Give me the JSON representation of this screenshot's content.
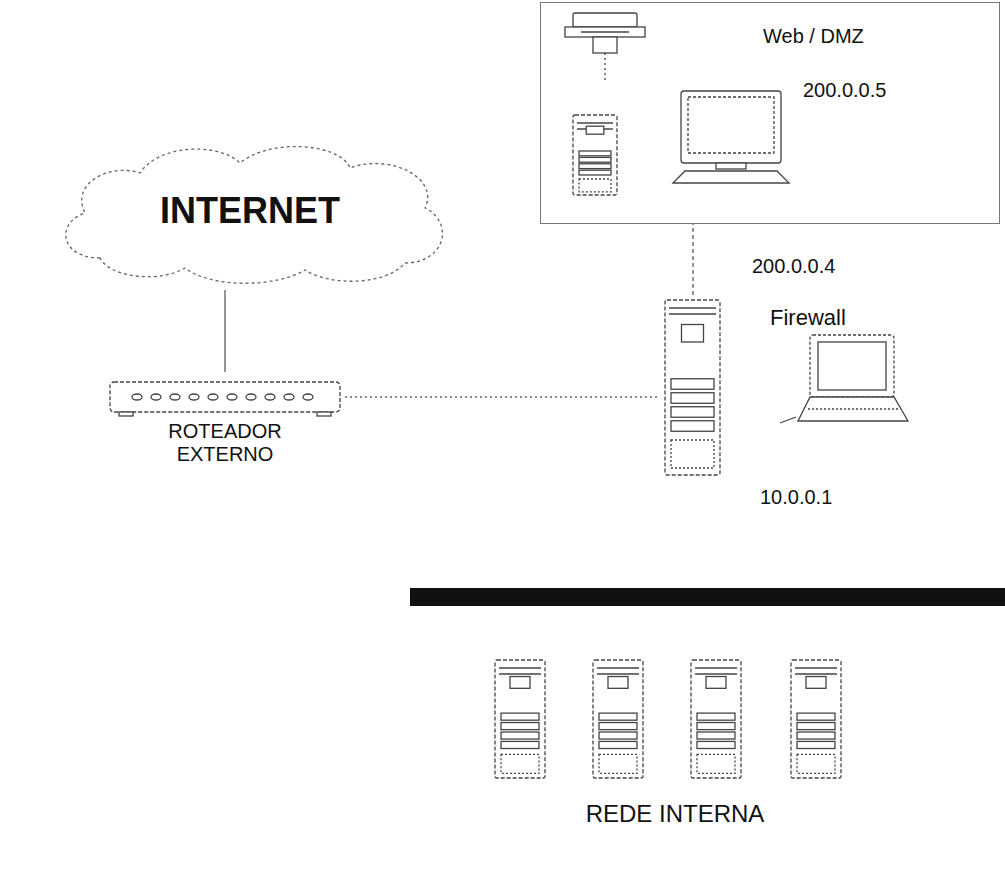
{
  "diagram": {
    "nodes": [
      {
        "text": [
          "Web / DMZ",
          "200.0.0.5"
        ]
      },
      {
        "text": [
          "INTERNET"
        ]
      },
      {
        "text": [
          "Firewall"
        ]
      },
      {
        "text": [
          "ROTEADOR EXTERNO"
        ]
      },
      {
        "text": [
          "REDE INTERNA"
        ]
      }
    ],
    "edges": [
      {
        "from": 1,
        "to": 3,
        "arrow": "none"
      },
      {
        "from": 3,
        "to": 2,
        "arrow": "none"
      },
      {
        "from": 2,
        "to": 0,
        "arrow": "none"
      }
    ],
    "labels": [
      "200.0.0.4",
      "10.0.0.1"
    ]
  }
}
